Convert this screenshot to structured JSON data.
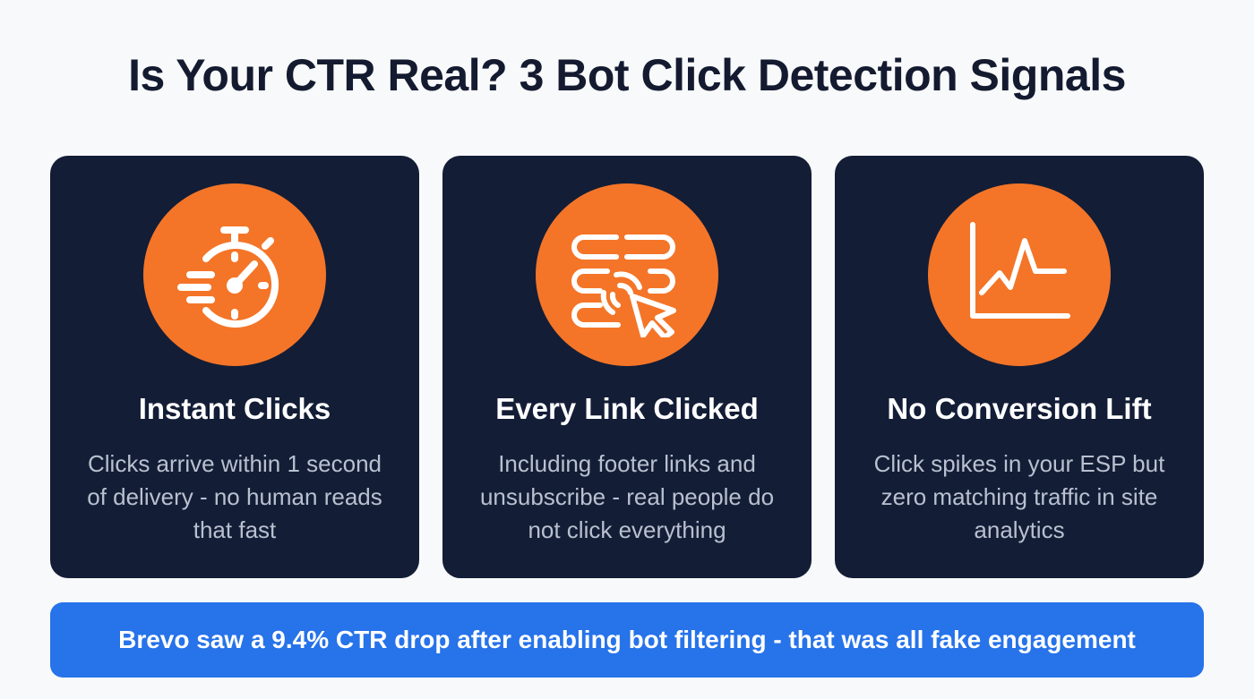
{
  "title": "Is Your CTR Real? 3 Bot Click Detection Signals",
  "colors": {
    "background": "#f8f9fa",
    "title": "#141b30",
    "card_bg": "#131d36",
    "icon_circle": "#f47528",
    "banner": "#2673ea"
  },
  "cards": [
    {
      "icon": "stopwatch-speed-icon",
      "title": "Instant Clicks",
      "description": "Clicks arrive within 1 second of delivery - no human reads that fast"
    },
    {
      "icon": "chain-links-cursor-icon",
      "title": "Every Link Clicked",
      "description": "Including footer links and unsubscribe - real people do not click everything"
    },
    {
      "icon": "line-chart-spike-icon",
      "title": "No Conversion Lift",
      "description": "Click spikes in your ESP but zero matching traffic in site analytics"
    }
  ],
  "banner": {
    "text": "Brevo saw a 9.4% CTR drop after enabling bot filtering - that was all fake engagement"
  }
}
